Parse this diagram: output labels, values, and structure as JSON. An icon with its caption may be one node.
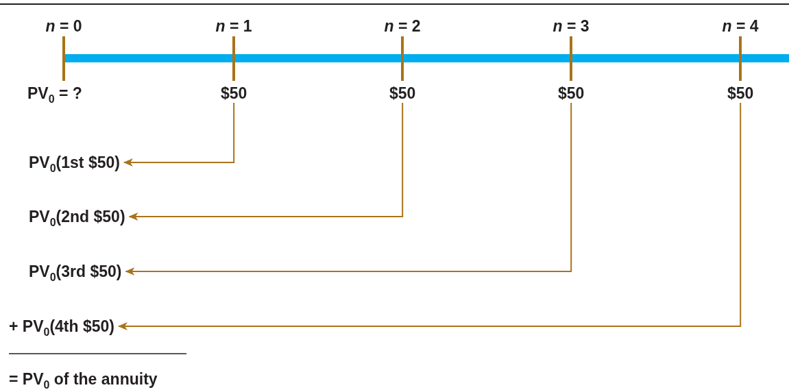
{
  "diagram": {
    "nodes": [
      {
        "text": [
          "$50"
        ]
      },
      {
        "text": [
          "$50"
        ]
      },
      {
        "text": [
          "$50"
        ]
      },
      {
        "text": [
          "$50"
        ]
      },
      {
        "text": [
          "PV$_{0}$(1st $50)"
        ]
      },
      {
        "text": [
          "PV$_{0}$(2nd $50)"
        ]
      },
      {
        "text": [
          "PV$_{0}$(3rd $50)"
        ]
      },
      {
        "text": [
          "+ PV$_{0}$(4th $50)"
        ]
      }
    ],
    "edges": [
      {
        "from": 0,
        "to": 4,
        "arrow": "to"
      },
      {
        "from": 1,
        "to": 5,
        "arrow": "to"
      },
      {
        "from": 2,
        "to": 6,
        "arrow": "to"
      },
      {
        "from": 3,
        "to": 7,
        "arrow": "to"
      }
    ],
    "labels": [
      "*n* = 0",
      "*n* = 1",
      "*n* = 2",
      "*n* = 3",
      "*n* = 4",
      "PV$_{0}$ = ?",
      "= PV$_{0}$ of the annuity"
    ]
  }
}
